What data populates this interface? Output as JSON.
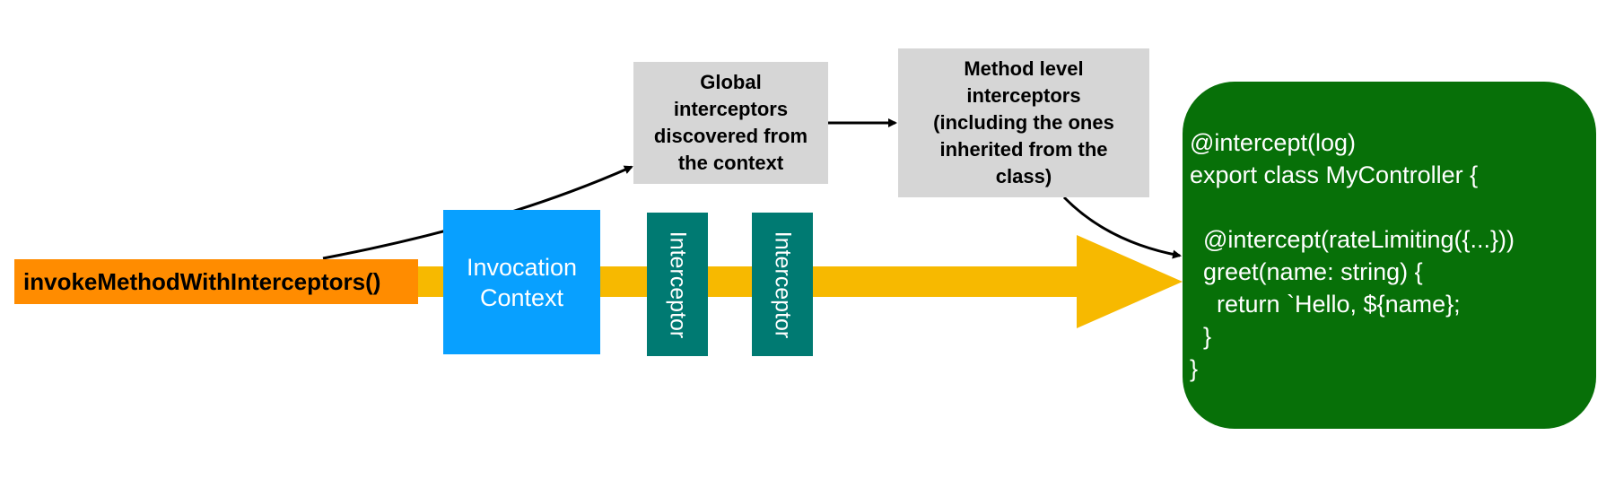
{
  "colors": {
    "flow_arrow": "#F7B900",
    "invoke_box": "#FF8C00",
    "context_box": "#08A0FF",
    "interceptor_box": "#007A72",
    "grey_box": "#D6D6D6",
    "code_panel": "#077008",
    "connector": "#000000"
  },
  "invoke": {
    "label": "invokeMethodWithInterceptors()"
  },
  "context": {
    "label": "Invocation\nContext"
  },
  "interceptors": [
    {
      "label": "Interceptor"
    },
    {
      "label": "Interceptor"
    }
  ],
  "global": {
    "label": "Global\ninterceptors\ndiscovered from\nthe context"
  },
  "method_level": {
    "label": "Method level\ninterceptors\n(including the ones\ninherited from the\nclass)"
  },
  "code": {
    "text": "@intercept(log)\nexport class MyController {\n\n  @intercept(rateLimiting({...}))\n  greet(name: string) {\n    return `Hello, ${name};\n  }\n}"
  }
}
